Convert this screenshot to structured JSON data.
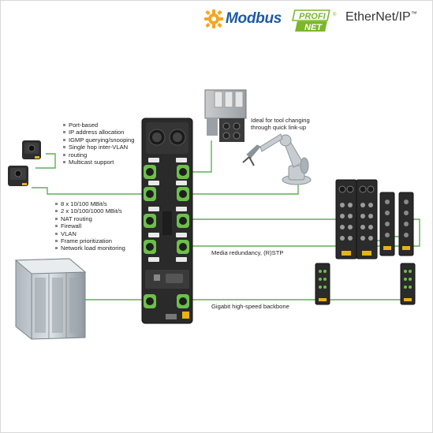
{
  "logos": {
    "modbus": "Modbus",
    "profinet_top": "PROFI",
    "profinet_bottom": "NET",
    "ethernetip": "EtherNet/IP",
    "ethernetip_mark": "™",
    "profinet_mark": "®"
  },
  "features_switch": [
    "Port-based",
    "IP address allocation",
    "IGMP querying/snooping",
    "Single hop inter-VLAN",
    "routing",
    "Multicast support"
  ],
  "features_ports": [
    "8 x 10/100 MBit/s",
    "2 x 10/100/1000 MBit/s",
    "NAT routing",
    "Firewall",
    "VLAN",
    "Frame prioritization",
    "Network load monitoring"
  ],
  "labels": {
    "tool_changing_line1": "Ideal for tool changing",
    "tool_changing_line2": "through quick link-up",
    "media_redundancy": "Media redundancy, (R)STP",
    "gigabit": "Gigabit high-speed backbone"
  },
  "colors": {
    "cable_green": "#5fb157",
    "port_green": "#6cc04a",
    "device_body": "#2a2a2a",
    "modbus_blue": "#1c5aa8",
    "profinet_green": "#7ab72a"
  }
}
